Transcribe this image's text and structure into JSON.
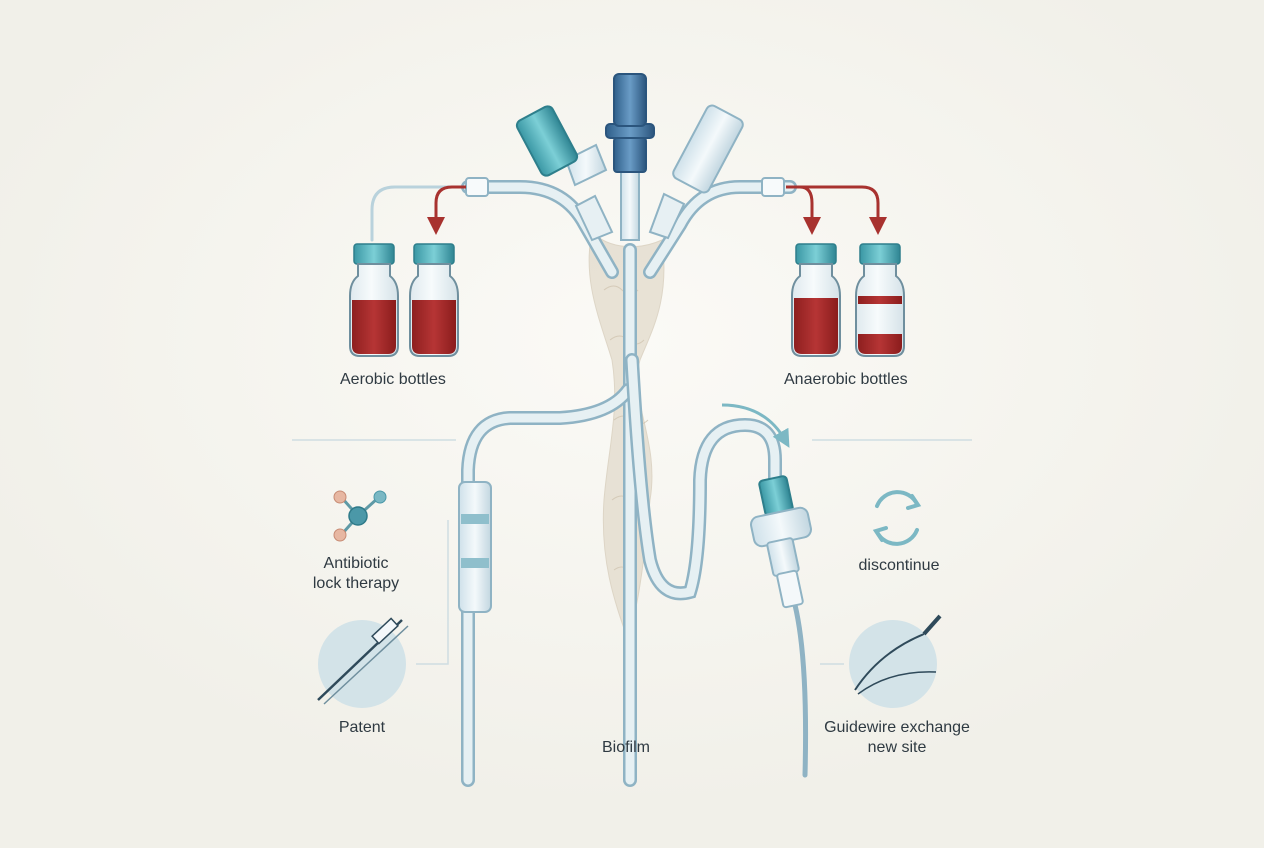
{
  "labels": {
    "aerobic": "Aerobic bottles",
    "anaerobic": "Anaerobic bottles",
    "antibiotic_line1": "Antibiotic",
    "antibiotic_line2": "lock therapy",
    "discontinue": "discontinue",
    "patent": "Patent",
    "biofilm": "Biofilm",
    "guidewire_line1": "Guidewire exchange",
    "guidewire_line2": "new site"
  },
  "colors": {
    "background": "#f3f2ec",
    "catheter": "#7fa7bd",
    "catheter_fill": "#e4eef2",
    "teal_cap": "#3f9eab",
    "blue_hub": "#3c6f9c",
    "blood": "#a52a2a",
    "arrow_red": "#a8322f",
    "arrow_teal": "#7cb8c4",
    "biofilm": "#e3dccd",
    "icon_circle": "#d3e3e8"
  },
  "icons": [
    "molecule-icon",
    "recycle-icon",
    "catheter-patent-icon",
    "guidewire-icon"
  ]
}
